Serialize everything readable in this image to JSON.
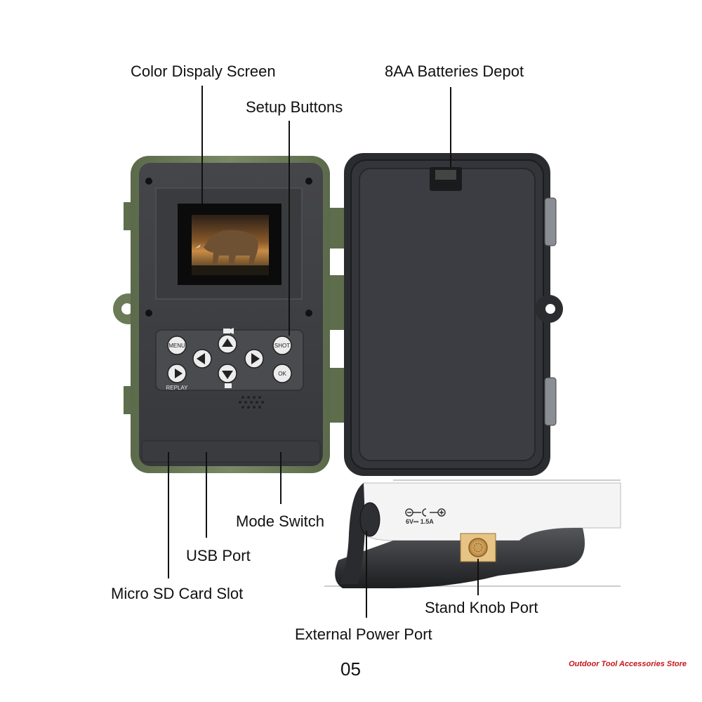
{
  "labels": {
    "display_screen": "Color Dispaly Screen",
    "setup_buttons": "Setup Buttons",
    "batteries": "8AA Batteries Depot",
    "mode_switch": "Mode Switch",
    "usb_port": "USB Port",
    "sd_slot": "Micro SD Card Slot",
    "stand_knob": "Stand Knob Port",
    "power_port": "External Power Port"
  },
  "buttons": {
    "menu": "MENU",
    "shot": "SHOT",
    "ok": "OK",
    "replay": "REPLAY"
  },
  "power_rating": "6V⎓ 1.5A",
  "page_number": "05",
  "store_name": "Outdoor Tool Accessories Store",
  "colors": {
    "camera_shell": "#6b7a57",
    "panel": "#3e3f42",
    "door": "#2f3034",
    "callout_line": "#111111"
  }
}
